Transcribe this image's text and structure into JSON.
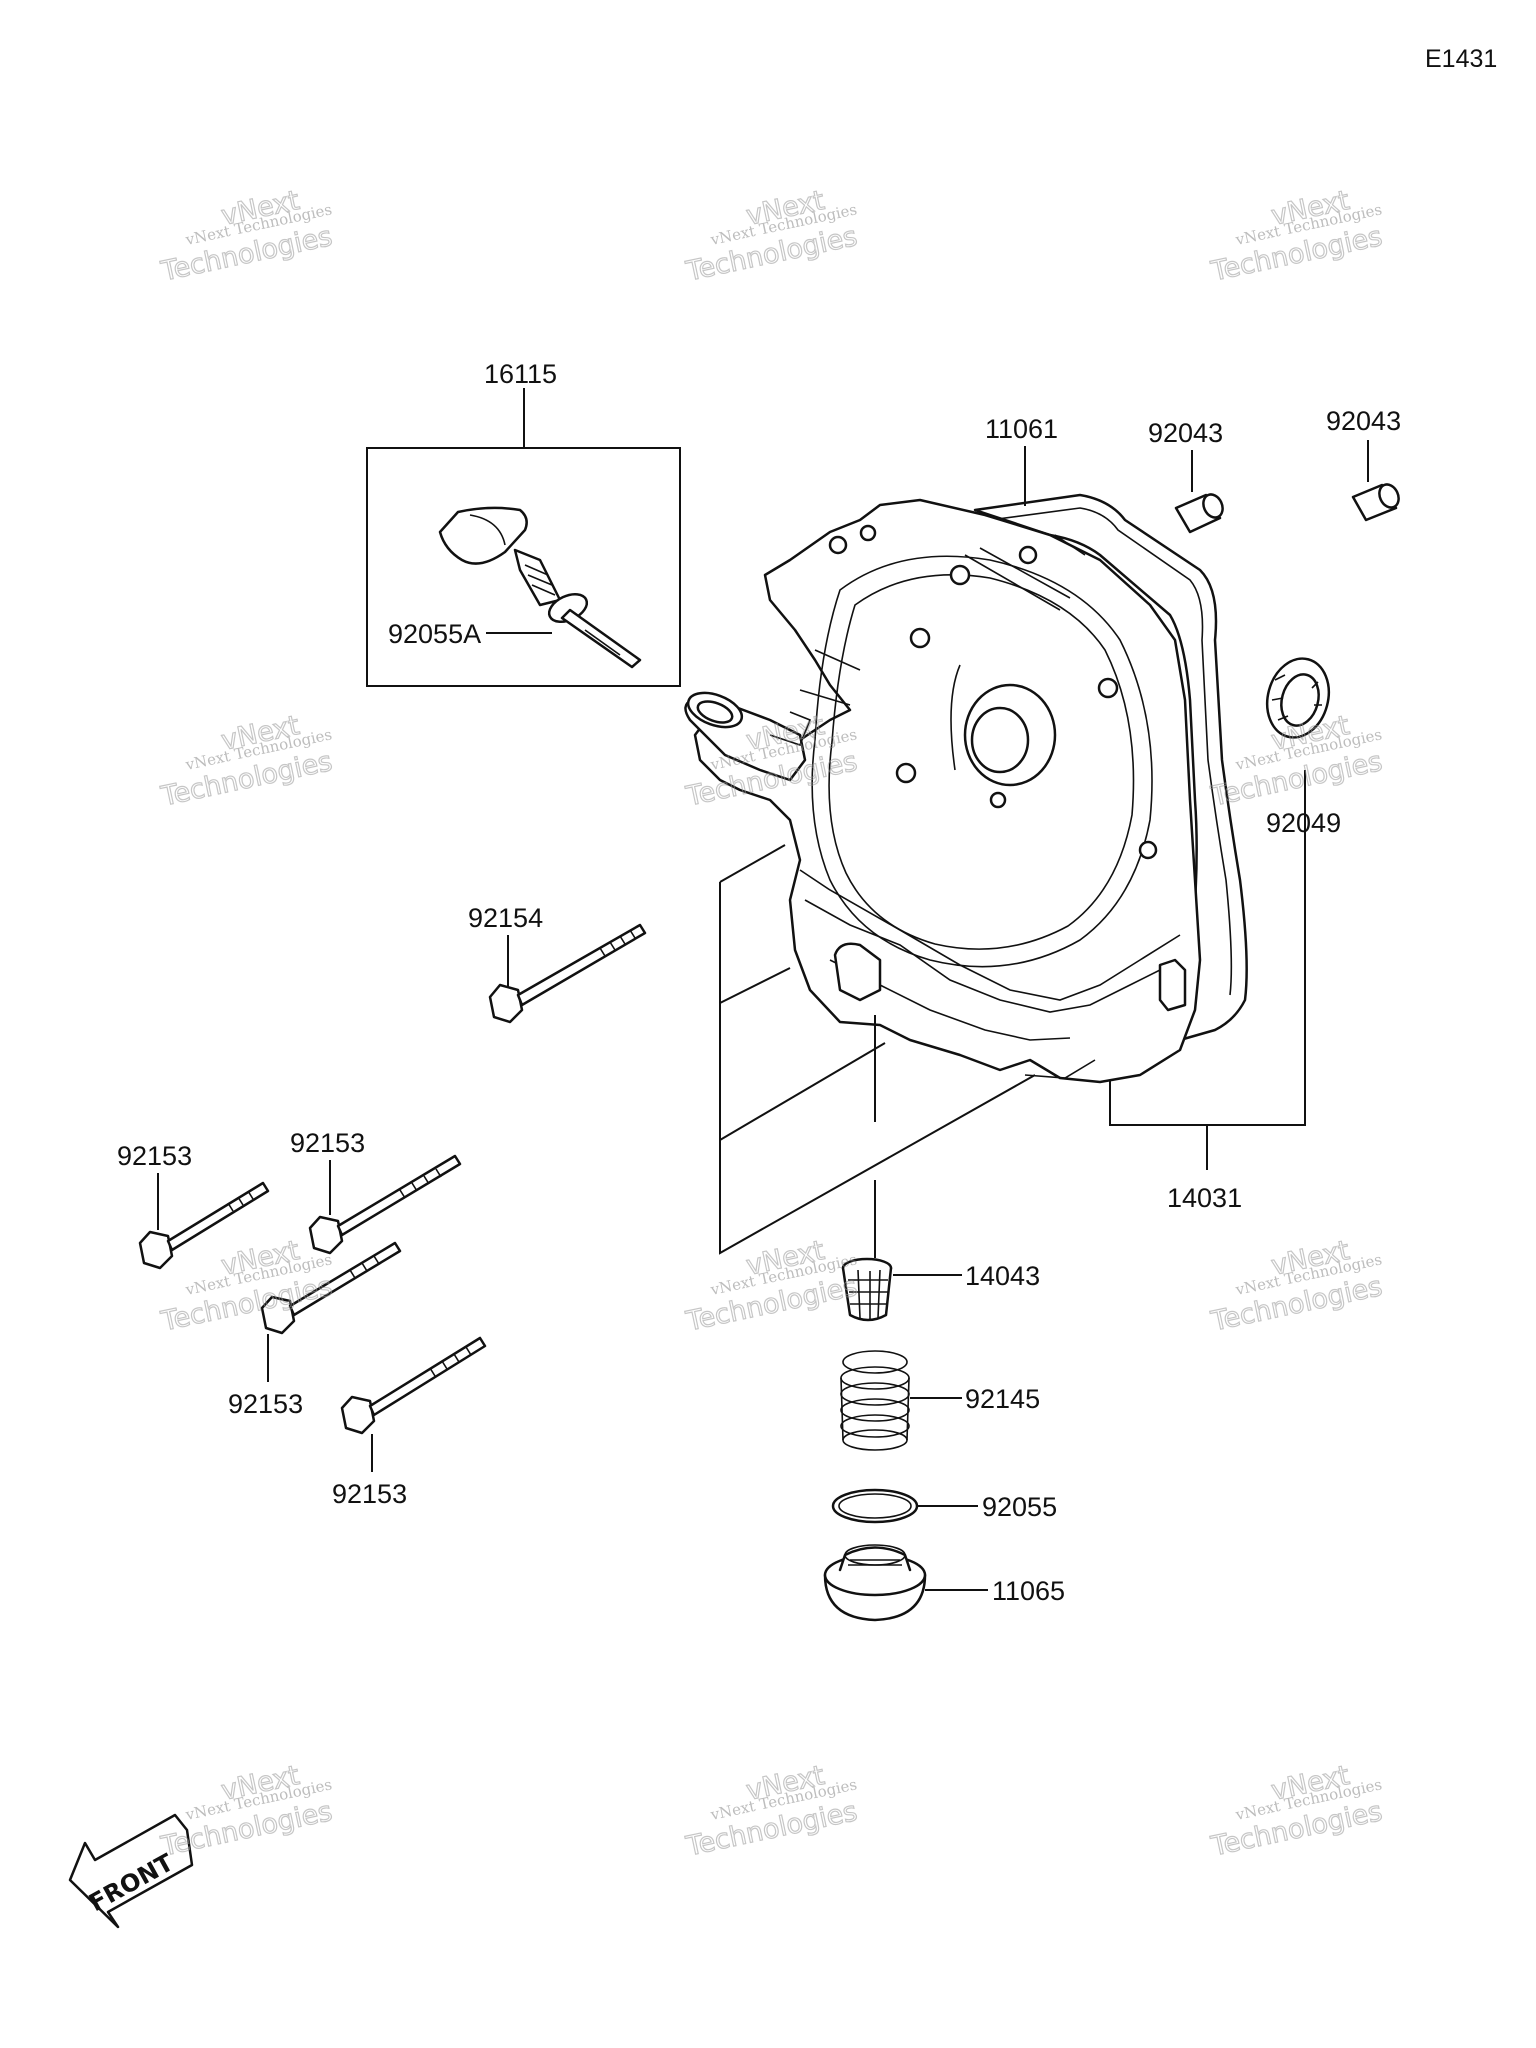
{
  "diagram_code": "E1431",
  "parts": {
    "oil_dipstick_assy": "16115",
    "oring_dipstick": "92055A",
    "cover_gasket": "11061",
    "collar_left": "92043",
    "collar_right": "92043",
    "oil_seal": "92049",
    "long_bolt": "92154",
    "case_cover": "14031",
    "strainer": "14043",
    "spring": "92145",
    "oring_plug": "92055",
    "drain_plug": "11065",
    "bolt_a": "92153",
    "bolt_b": "92153",
    "bolt_c": "92153",
    "bolt_d": "92153"
  },
  "front_marker": "FRONT",
  "watermark": {
    "line1": "vNext Technologies",
    "line2": "vNext",
    "line3": "Technologies"
  }
}
